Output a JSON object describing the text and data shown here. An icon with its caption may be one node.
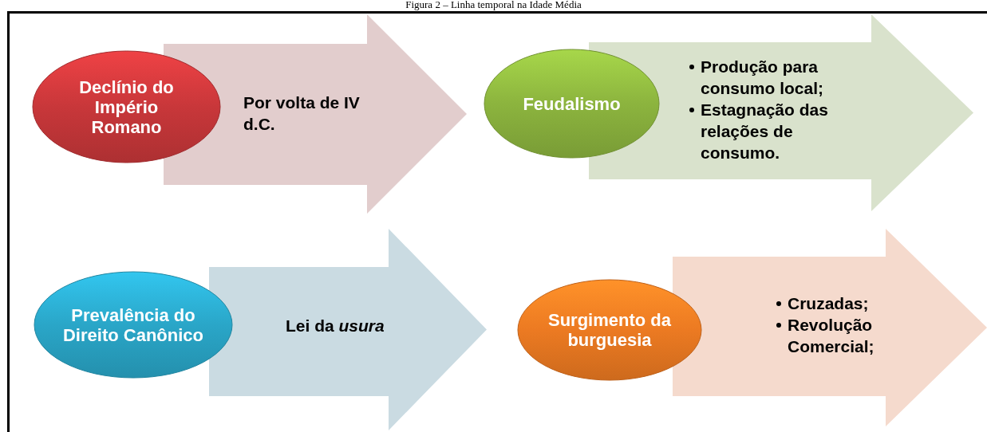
{
  "diagram": {
    "title": "Figura 2 – Linha temporal na Idade Média",
    "nodes": [
      {
        "text": [
          "Declínio do Império Romano"
        ]
      },
      {
        "text": [
          "Por volta de IV d.C."
        ]
      },
      {
        "text": [
          "Feudalismo"
        ]
      },
      {
        "text": [
          "Produção para consumo local;",
          "Estagnação das relações de consumo."
        ]
      },
      {
        "text": [
          "Prevalência do Direito Canônico"
        ]
      },
      {
        "text": [
          "Lei da *usura*"
        ]
      },
      {
        "text": [
          "Surgimento da burguesia"
        ]
      },
      {
        "text": [
          "Cruzadas;",
          "Revolução Comercial;"
        ]
      }
    ]
  }
}
